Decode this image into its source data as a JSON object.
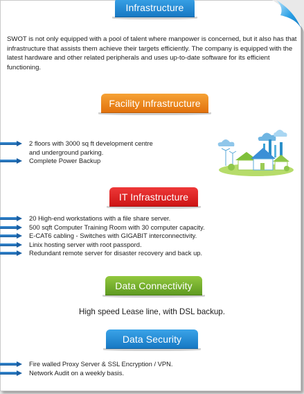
{
  "sections": {
    "infrastructure": {
      "title": "Infrastructure",
      "body": "SWOT is not only equipped with a pool of talent where manpower is concerned, but it also has that infrastructure that assists them achieve their targets efficiently. The company is equipped with the latest hardware and other related peripherals and uses up-to-date software for its efficient functioning."
    },
    "facility": {
      "title": "Facility Infrastructure",
      "items": [
        "2 floors with 3000 sq ft development centre",
        "and underground parking.",
        "Complete Power Backup"
      ]
    },
    "it": {
      "title": "IT Infrastructure",
      "items": [
        "20 High-end workstations with a file share server.",
        "500 sqft Computer Training Room with 30 computer capacity.",
        "E-CAT6 cabling - Switches with GIGABIT interconnectivity.",
        "Linix hosting server with root passpord.",
        "Redundant remote server for disaster recovery and back up."
      ]
    },
    "connectivity": {
      "title": "Data Connectivity",
      "body": "High speed Lease line, with DSL backup."
    },
    "security": {
      "title": "Data Security",
      "items": [
        "Fire walled Proxy Server & SSL Encryption / VPN.",
        "Network Audit on a weekly basis."
      ]
    }
  },
  "colors": {
    "blue": "#1677c2",
    "orange": "#e1700b",
    "red": "#cc1414",
    "green": "#5d9920",
    "arrow": "#1a5fa3"
  },
  "icons": {
    "page_curl": "page-curl-icon",
    "bullet": "arrow-bullet-icon",
    "illustration": "eco-house-illustration-icon"
  }
}
